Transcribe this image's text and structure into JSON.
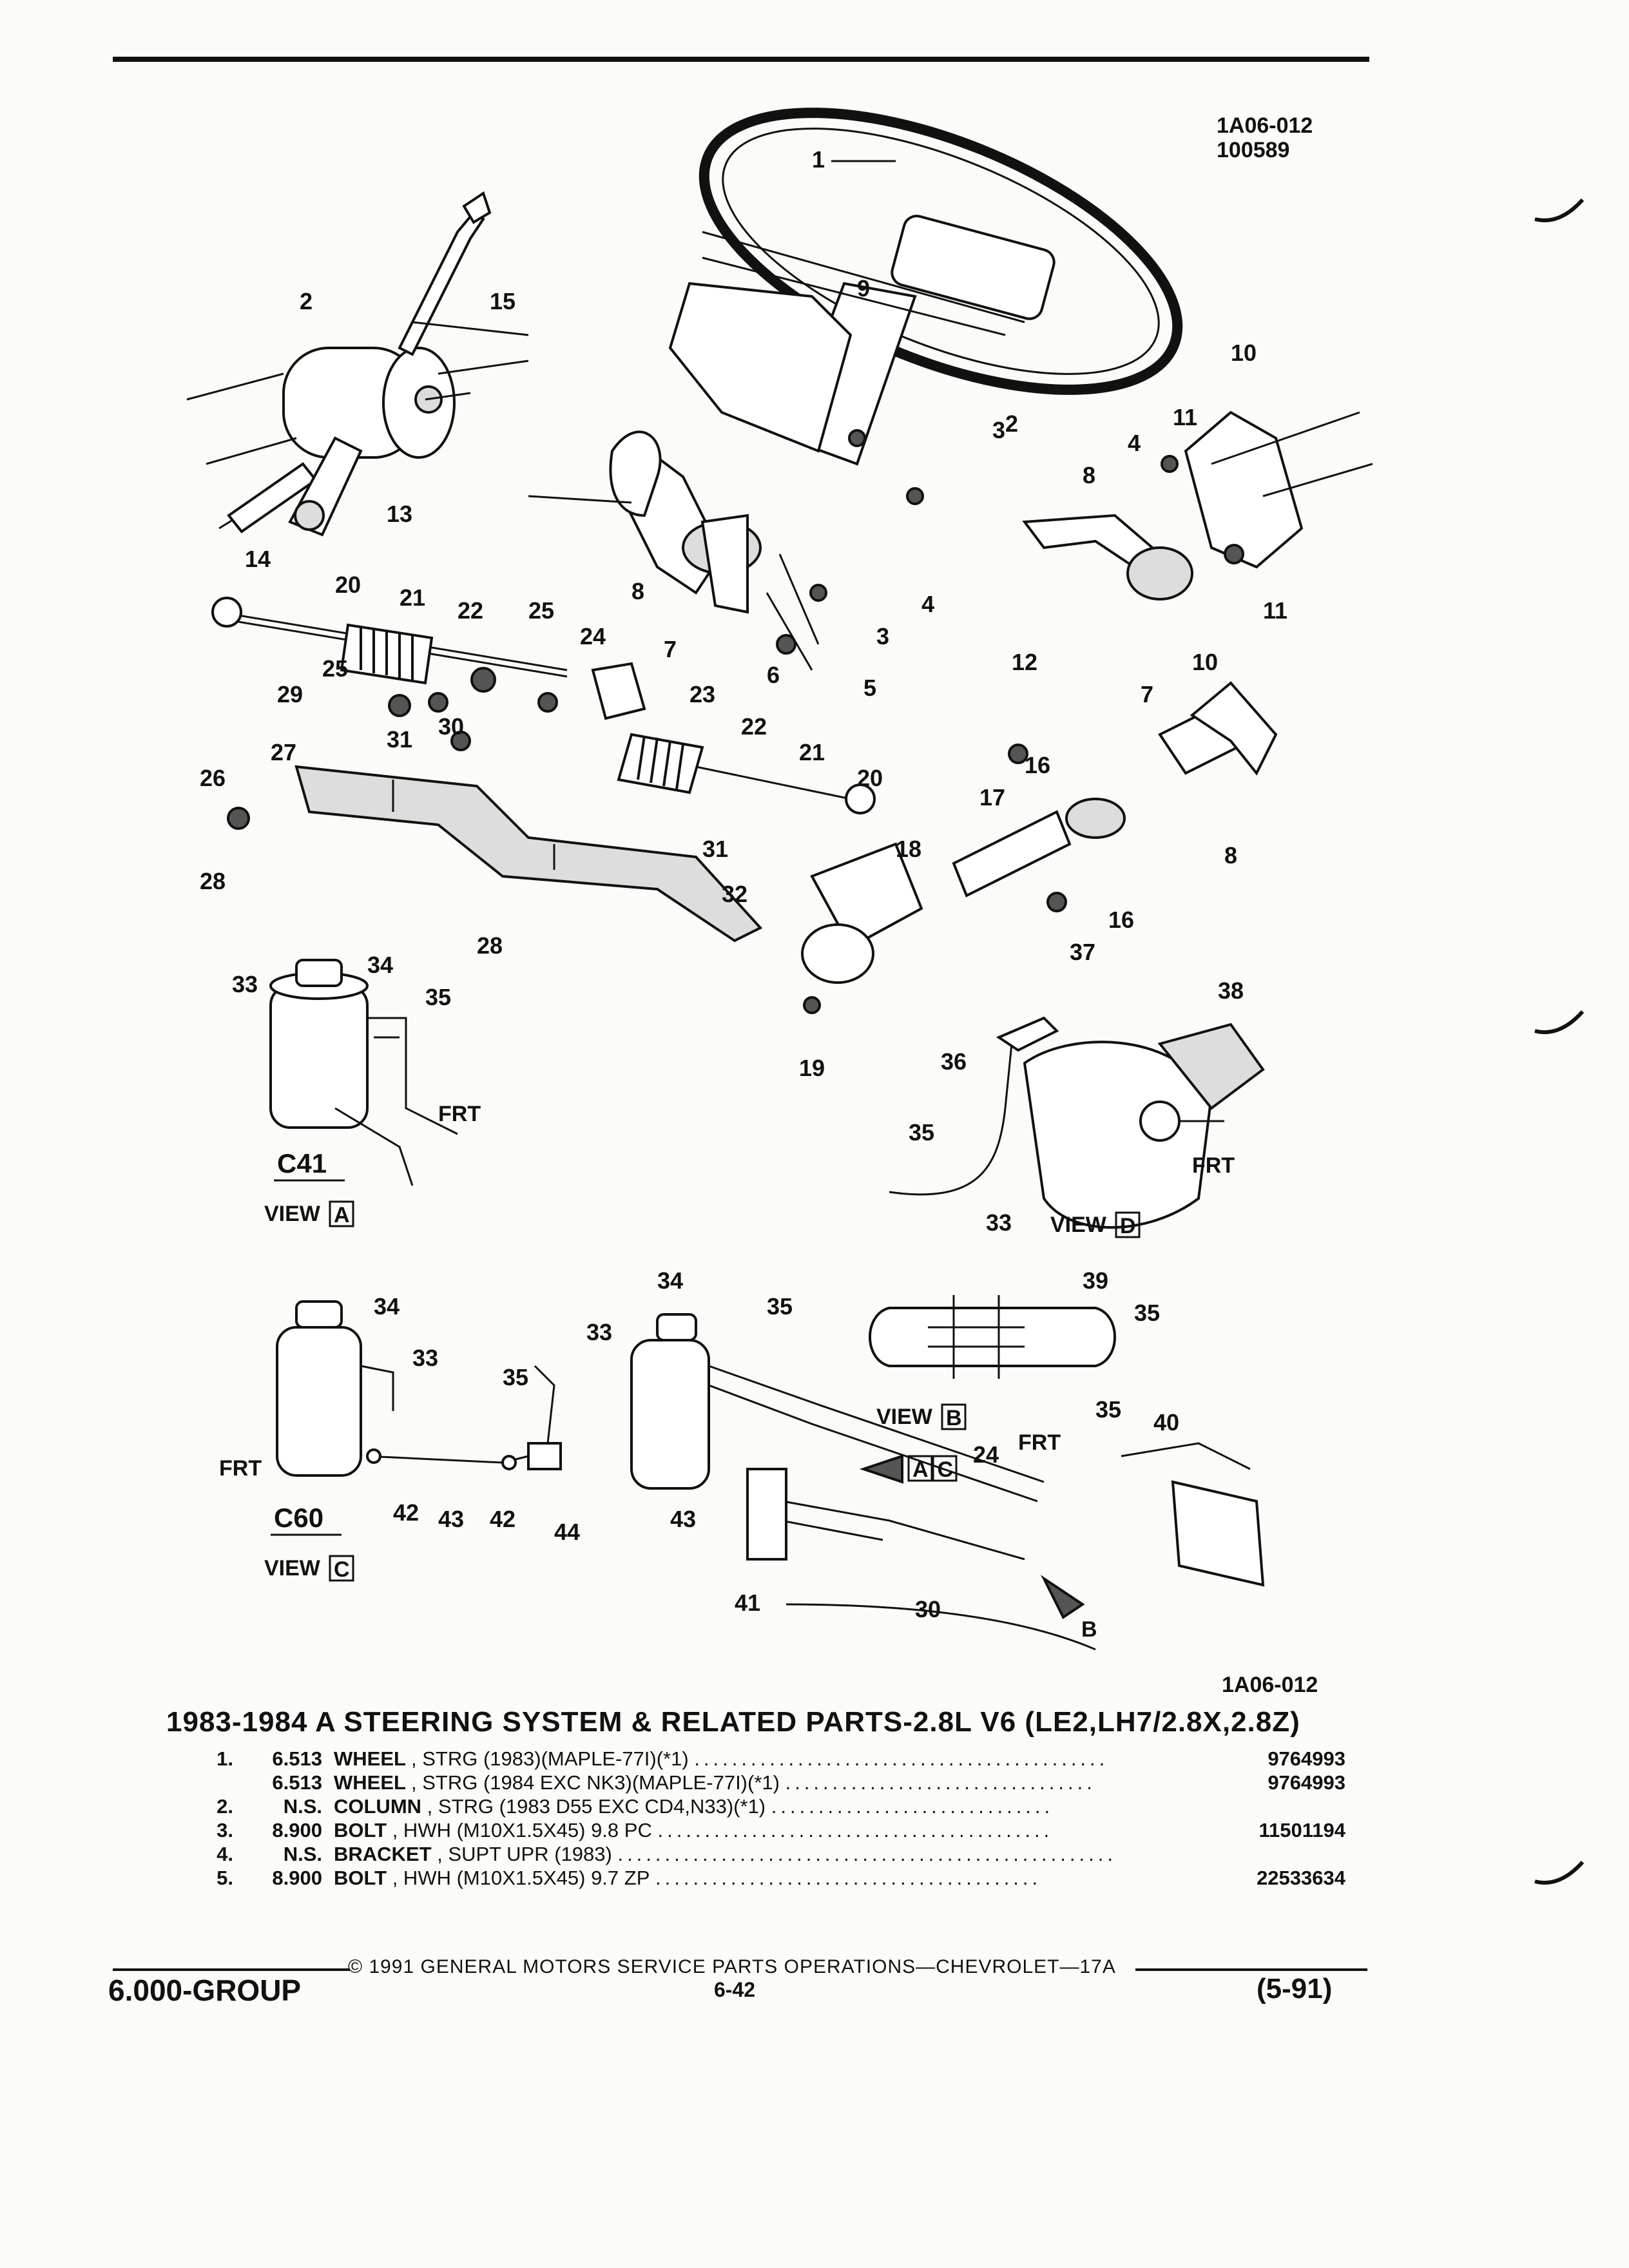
{
  "header": {
    "illustration_code": "1A06-012",
    "drawing_number": "100589"
  },
  "diagram": {
    "callouts_main": [
      "1",
      "2",
      "3",
      "3",
      "4",
      "5",
      "6",
      "7",
      "8",
      "9",
      "2",
      "10",
      "11",
      "11",
      "4",
      "8",
      "12",
      "15",
      "13",
      "14"
    ],
    "callouts_rack": [
      "20",
      "21",
      "22",
      "25",
      "24",
      "25",
      "23",
      "29",
      "30",
      "31",
      "26",
      "27",
      "22",
      "21",
      "20",
      "28",
      "31",
      "32",
      "28"
    ],
    "callouts_shaft": [
      "7",
      "10",
      "16",
      "17",
      "8",
      "18",
      "16",
      "19"
    ],
    "callouts_viewA": [
      "34",
      "33",
      "35"
    ],
    "callouts_viewD": [
      "37",
      "38",
      "36",
      "35",
      "33"
    ],
    "callouts_viewC": [
      "34",
      "33",
      "35",
      "42",
      "43",
      "42",
      "44"
    ],
    "callouts_lines": [
      "34",
      "35",
      "33",
      "43",
      "24",
      "35",
      "40",
      "41",
      "30"
    ],
    "callouts_viewB": [
      "39",
      "35"
    ],
    "view_a": {
      "variant": "C41",
      "label": "VIEW",
      "letter": "A"
    },
    "view_c": {
      "variant": "C60",
      "label": "VIEW",
      "letter": "C"
    },
    "view_d": {
      "label": "VIEW",
      "letter": "D"
    },
    "view_b": {
      "label": "VIEW",
      "letter": "B"
    },
    "frt": "FRT",
    "arrow_ac": "AC",
    "arrow_b": "B"
  },
  "figure_code": "1A06-012",
  "section_title": "1983-1984 A STEERING SYSTEM & RELATED PARTS-2.8L V6 (LE2,LH7/2.8X,2.8Z)",
  "parts": [
    {
      "item": "1.",
      "group": "6.513",
      "name": "WHEEL",
      "desc": ", STRG (1983)(MAPLE-77I)(*1)",
      "part_no": "9764993"
    },
    {
      "item": "",
      "group": "6.513",
      "name": "WHEEL",
      "desc": ", STRG (1984 EXC NK3)(MAPLE-77I)(*1)",
      "part_no": "9764993"
    },
    {
      "item": "2.",
      "group": "N.S.",
      "name": "COLUMN",
      "desc": ", STRG (1983 D55 EXC CD4,N33)(*1)",
      "part_no": ""
    },
    {
      "item": "3.",
      "group": "8.900",
      "name": "BOLT",
      "desc": ", HWH (M10X1.5X45) 9.8 PC",
      "part_no": "11501194"
    },
    {
      "item": "4.",
      "group": "N.S.",
      "name": "BRACKET",
      "desc": ", SUPT UPR (1983)",
      "part_no": ""
    },
    {
      "item": "5.",
      "group": "8.900",
      "name": "BOLT",
      "desc": ", HWH (M10X1.5X45) 9.7 ZP",
      "part_no": "22533634"
    }
  ],
  "footer": {
    "copyright": "© 1991 GENERAL MOTORS SERVICE PARTS OPERATIONS—CHEVROLET—17A",
    "group": "6.000-GROUP",
    "page": "6-42",
    "date": "(5-91)"
  }
}
